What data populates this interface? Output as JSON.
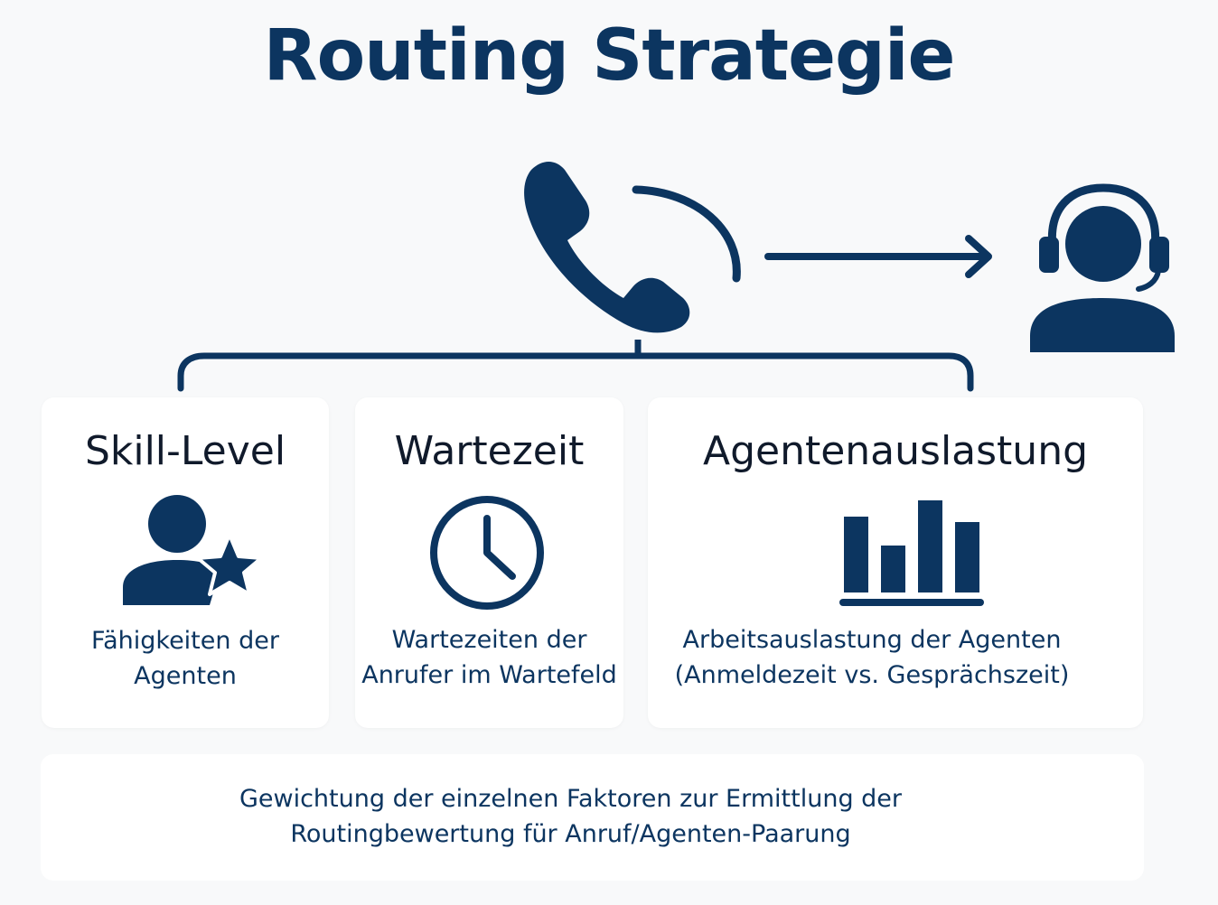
{
  "title": "Routing Strategie",
  "colors": {
    "primary": "#0c3560",
    "heading": "#101a2b",
    "card_bg": "#ffffff",
    "page_bg": "#f8f9fa"
  },
  "icons": {
    "phone": "phone-icon",
    "agent": "agent-headset-icon",
    "arrow": "arrow-right-icon",
    "skill": "user-star-icon",
    "clock": "clock-icon",
    "chart": "bar-chart-icon"
  },
  "cards": [
    {
      "title": "Skill-Level",
      "description": "Fähigkeiten der\nAgenten"
    },
    {
      "title": "Wartezeit",
      "description": "Wartezeiten der\nAnrufer im Wartefeld"
    },
    {
      "title": "Agentenauslastung",
      "description": "Arbeitsauslastung der Agenten\n(Anmeldezeit vs. Gesprächszeit)"
    }
  ],
  "footer": {
    "text": "Gewichtung der einzelnen Faktoren zur Ermittlung der\nRoutingbewertung für Anruf/Agenten-Paarung"
  }
}
